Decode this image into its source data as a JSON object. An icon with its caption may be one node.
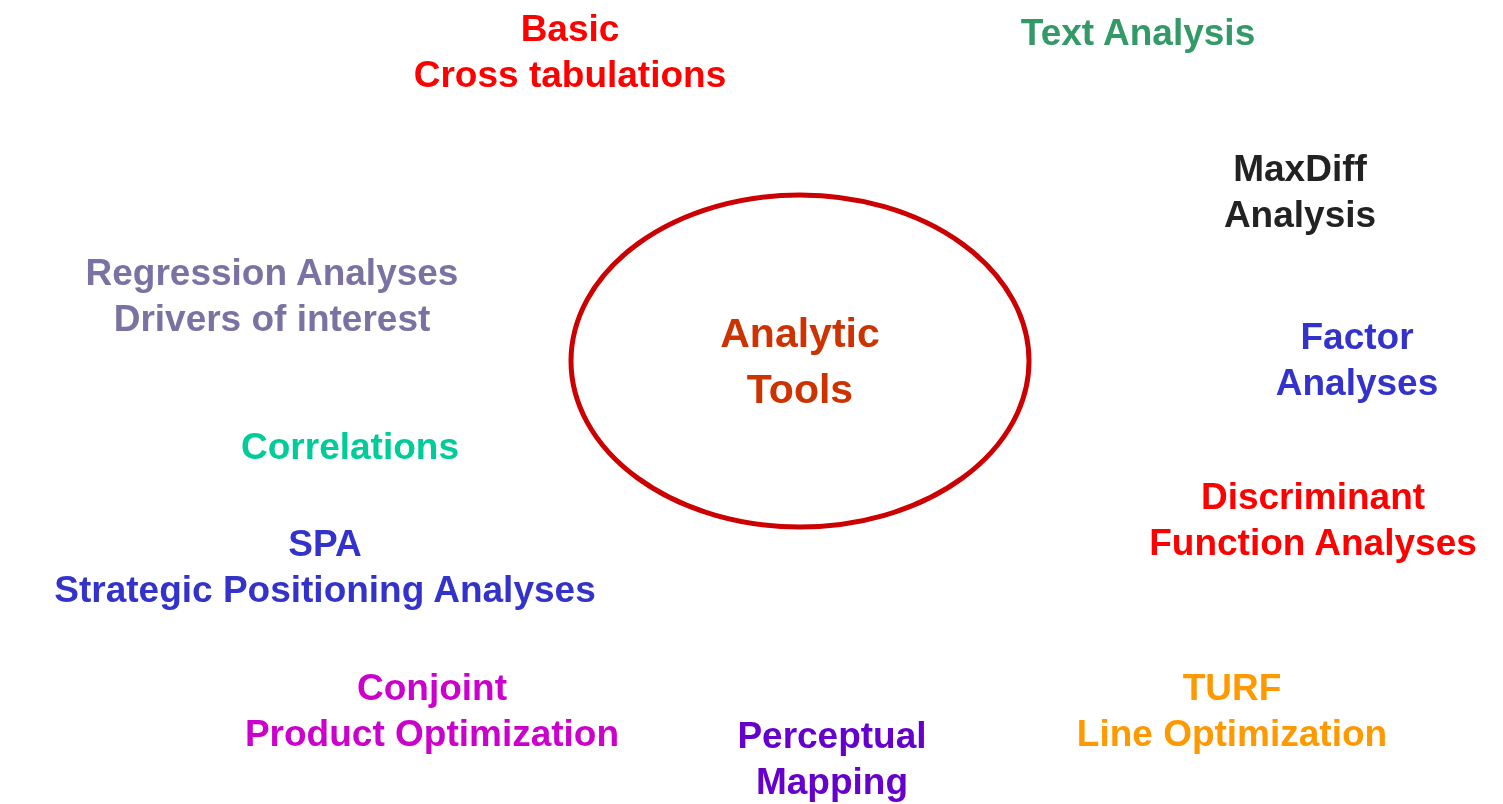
{
  "diagram": {
    "nodes": [
      {
        "text": [
          "Analytic Tools"
        ]
      }
    ],
    "edges": [],
    "labels": [
      "Basic",
      "Cross tabulations",
      "Text Analysis",
      "MaxDiff Analysis",
      "Regression Analyses",
      "Drivers of interest",
      "Factor Analyses",
      "Correlations",
      "Discriminant Function Analyses",
      "SPA",
      "Strategic Positioning Analyses",
      "Conjoint",
      "Product Optimization",
      "TURF",
      "Line Optimization",
      "Perceptual Mapping"
    ]
  }
}
